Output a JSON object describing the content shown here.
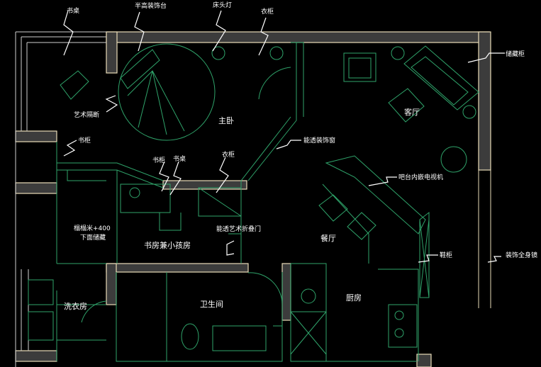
{
  "rooms": {
    "master_bedroom": "主卧",
    "living_room": "客厅",
    "dining_room": "餐厅",
    "kitchen": "厨房",
    "bathroom": "卫生间",
    "laundry": "洗衣房",
    "study_kids_room": "书房兼小孩房"
  },
  "labels": {
    "desk_top": "书桌",
    "half_height_stand": "半高装饰台",
    "bedside_lamp": "床头灯",
    "wardrobe_top": "衣柜",
    "storage_cabinet": "储藏柜",
    "art_partition": "艺术隔断",
    "bookcase_left": "书柜",
    "translucent_window": "能透装饰窗",
    "bookcase_mid": "书柜",
    "desk_mid": "书桌",
    "wardrobe_mid": "衣柜",
    "bar_tv": "吧台内嵌电视机",
    "tatami_line1": "榻榻米+400",
    "tatami_line2": "下面储藏",
    "folding_door": "能透艺术折叠门",
    "shoe_cabinet": "鞋柜",
    "full_mirror": "装饰全身镜"
  }
}
